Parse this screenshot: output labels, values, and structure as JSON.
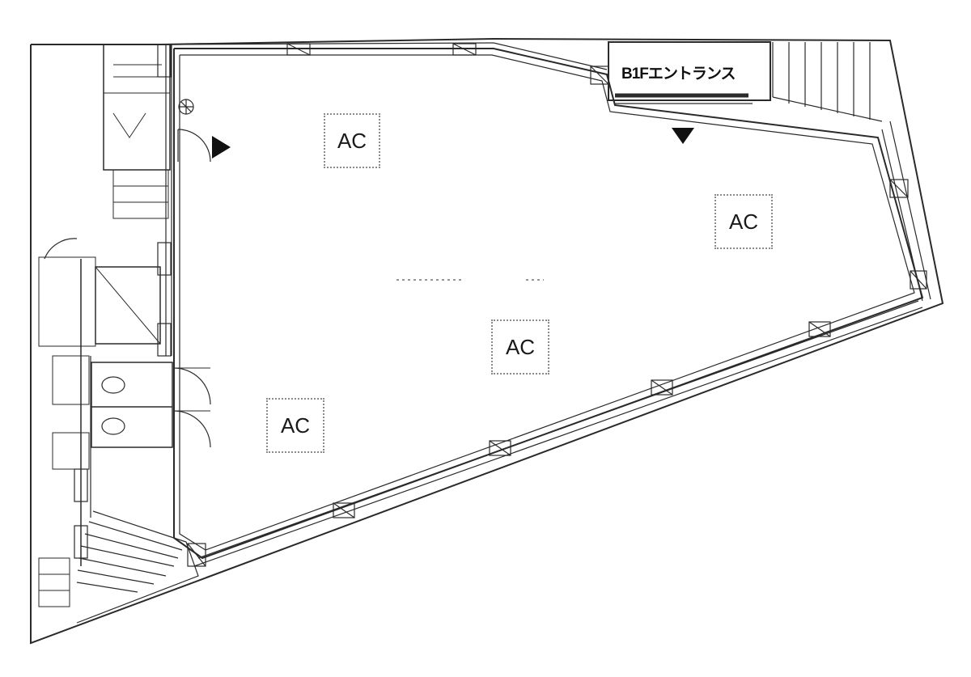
{
  "plan": {
    "entrance_label": "B1Fエントランス",
    "ac_labels": [
      "AC",
      "AC",
      "AC",
      "AC"
    ],
    "arrow_right_icon": "triangle-right-icon",
    "arrow_down_icon": "triangle-down-icon",
    "fan_icon": "ventilation-fan-icon",
    "line_color": "#2a2a2a"
  }
}
